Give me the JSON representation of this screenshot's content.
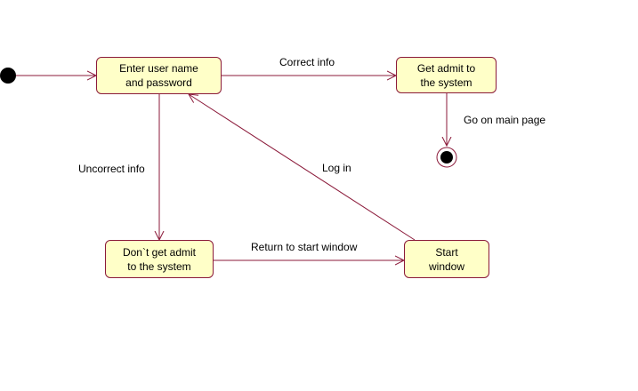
{
  "colors": {
    "state_fill": "#ffffc8",
    "state_border": "#8b1a3a",
    "arrow": "#8b1a3a",
    "initial_node": "#000000"
  },
  "states": {
    "enter_credentials": [
      "Enter user name",
      "and password"
    ],
    "get_admit": [
      "Get admit to",
      "the system"
    ],
    "dont_get_admit": [
      "Don`t get admit",
      "to the system"
    ],
    "start_window": [
      "Start",
      "window"
    ]
  },
  "transitions": {
    "correct_info": "Correct info",
    "go_on_main_page": "Go on main page",
    "uncorrect_info": "Uncorrect info",
    "log_in": "Log in",
    "return_to_start_window": "Return to start window"
  }
}
